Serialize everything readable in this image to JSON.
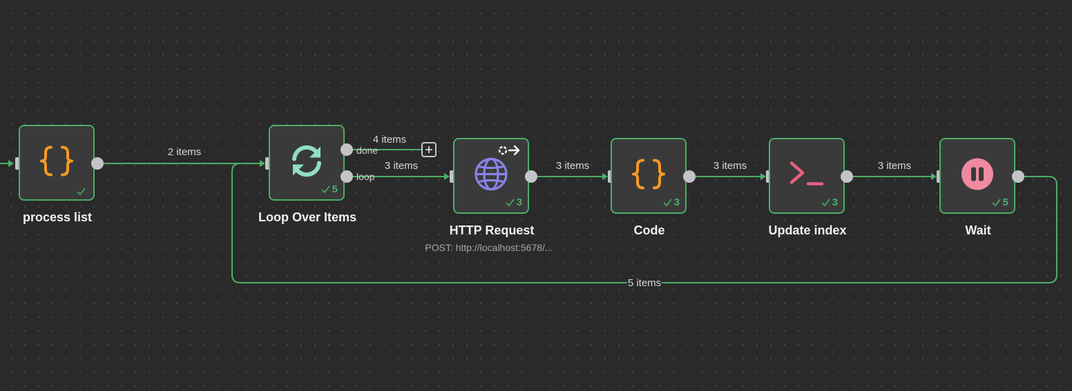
{
  "nodes": {
    "process_list": {
      "title": "process list",
      "status_count": "",
      "icon": "code-braces-icon"
    },
    "loop": {
      "title": "Loop Over Items",
      "status_count": "5",
      "icon": "loop-arrows-icon",
      "outputs": [
        "done",
        "loop"
      ]
    },
    "http": {
      "title": "HTTP Request",
      "subtitle": "POST: http://localhost:5678/...",
      "status_count": "3",
      "icon": "globe-icon",
      "badge_icon": "webhook-arrow-icon"
    },
    "code": {
      "title": "Code",
      "status_count": "3",
      "icon": "code-braces-icon"
    },
    "update_index": {
      "title": "Update index",
      "status_count": "3",
      "icon": "terminal-prompt-icon"
    },
    "wait": {
      "title": "Wait",
      "status_count": "5",
      "icon": "pause-circle-icon"
    }
  },
  "edges": {
    "process_to_loop": "2 items",
    "done_branch": "4 items",
    "loop_to_http": "3 items",
    "http_to_code": "3 items",
    "code_to_update": "3 items",
    "update_to_wait": "3 items",
    "wait_back_to_loop": "5 items"
  },
  "colors": {
    "canvas_bg": "#2a2a2a",
    "node_bg": "#3a3a3a",
    "success_green": "#4caf68",
    "code_orange": "#f59a23",
    "loop_teal": "#8fe0c0",
    "http_purple": "#8a82e8",
    "terminal_pink": "#e8607e",
    "wait_pink": "#f08aa0",
    "handle_gray": "#c4c4c8"
  }
}
